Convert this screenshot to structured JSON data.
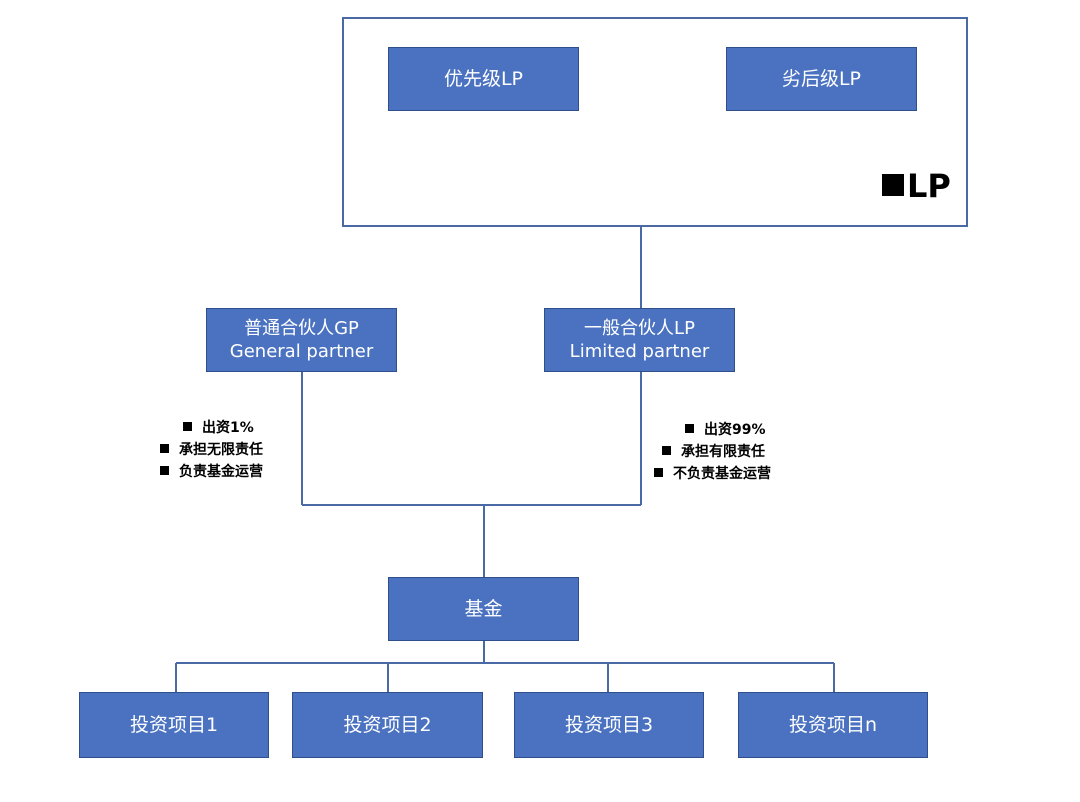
{
  "lp_group": {
    "title": "LP",
    "senior_lp": "优先级LP",
    "junior_lp": "劣后级LP"
  },
  "gp": {
    "label_zh": "普通合伙人GP",
    "label_en": "General partner",
    "notes": [
      "出资1%",
      "承担无限责任",
      "负责基金运营"
    ]
  },
  "lp": {
    "label_zh": "一般合伙人LP",
    "label_en": "Limited partner",
    "notes": [
      "出资99%",
      "承担有限责任",
      "不负责基金运营"
    ]
  },
  "fund": {
    "label": "基金"
  },
  "projects": [
    "投资项目1",
    "投资项目2",
    "投资项目3",
    "投资项目n"
  ],
  "colors": {
    "box_fill": "#4a72c0",
    "box_border": "#2f4f8a",
    "connector": "#4a6aa5"
  }
}
